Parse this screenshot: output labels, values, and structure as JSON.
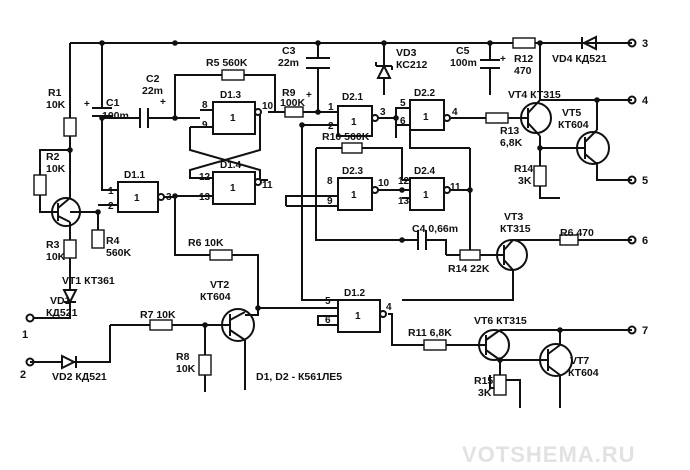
{
  "components": {
    "r1": [
      "R1",
      "10K"
    ],
    "r2": [
      "R2",
      "10K"
    ],
    "r3": [
      "R3",
      "10K"
    ],
    "r4": [
      "R4",
      "560K"
    ],
    "r5": "R5 560K",
    "r6": "R6 10K",
    "r7": "R7 10K",
    "r8": [
      "R8",
      "10K"
    ],
    "r9": [
      "R9",
      "100K"
    ],
    "r10": "R10 560K",
    "r11": "R11 6,8K",
    "r12": [
      "R12",
      "470"
    ],
    "r13": [
      "R13",
      "6,8K"
    ],
    "r14a": [
      "R14",
      "3K"
    ],
    "r14b": "R14 22K",
    "r15": [
      "R15",
      "3K"
    ],
    "r6b": "R6 470",
    "c1": [
      "C1",
      "100m"
    ],
    "c2": [
      "C2",
      "22m"
    ],
    "c3": [
      "C3",
      "22m"
    ],
    "c4": "C4 0,66m",
    "c5": [
      "C5",
      "100m"
    ],
    "vd1": [
      "VD1",
      "КД521"
    ],
    "vd2": "VD2 КД521",
    "vd3": [
      "VD3",
      "КС212"
    ],
    "vd4": "VD4 КД521",
    "vt1": "VT1 КТ361",
    "vt2": [
      "VT2",
      "КТ604"
    ],
    "vt3": [
      "VT3",
      "КТ315"
    ],
    "vt4": "VT4 КТ315",
    "vt5": [
      "VT5",
      "КТ604"
    ],
    "vt6": "VT6 КТ315",
    "vt7": [
      "VT7",
      "КТ604"
    ]
  },
  "gates": {
    "d11": "D1.1",
    "d12": "D1.2",
    "d13": "D1.3",
    "d14": "D1.4",
    "d21": "D2.1",
    "d22": "D2.2",
    "d23": "D2.3",
    "d24": "D2.4",
    "symbol": "1"
  },
  "pins": {
    "d11": [
      "1",
      "2",
      "3"
    ],
    "d12": [
      "5",
      "6",
      "4"
    ],
    "d13": [
      "8",
      "9",
      "10"
    ],
    "d14": [
      "12",
      "13",
      "11"
    ],
    "d21": [
      "1",
      "2",
      "3"
    ],
    "d22": [
      "5",
      "6",
      "4"
    ],
    "d23": [
      "8",
      "9",
      "10"
    ],
    "d24": [
      "12",
      "13",
      "11"
    ]
  },
  "plus": "+",
  "terminals": [
    "1",
    "2",
    "3",
    "4",
    "5",
    "6",
    "7"
  ],
  "note": "D1, D2 - К561ЛЕ5",
  "watermark": "VOTSHEMA.RU"
}
